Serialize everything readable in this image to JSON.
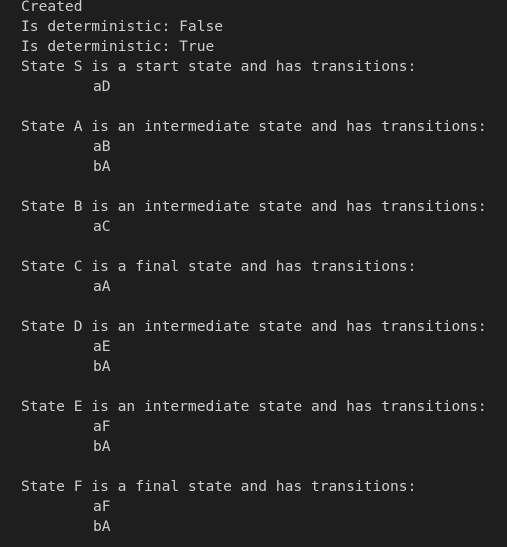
{
  "terminal": {
    "header_lines": [
      "Created",
      "Is deterministic: False",
      "Is deterministic: True"
    ],
    "states": [
      {
        "heading": "State S is a start state and has transitions:",
        "transitions": [
          "aD"
        ]
      },
      {
        "heading": "State A is an intermediate state and has transitions:",
        "transitions": [
          "aB",
          "bA"
        ]
      },
      {
        "heading": "State B is an intermediate state and has transitions:",
        "transitions": [
          "aC"
        ]
      },
      {
        "heading": "State C is a final state and has transitions:",
        "transitions": [
          "aA"
        ]
      },
      {
        "heading": "State D is an intermediate state and has transitions:",
        "transitions": [
          "aE",
          "bA"
        ]
      },
      {
        "heading": "State E is an intermediate state and has transitions:",
        "transitions": [
          "aF",
          "bA"
        ]
      },
      {
        "heading": "State F is a final state and has transitions:",
        "transitions": [
          "aF",
          "bA"
        ]
      }
    ]
  }
}
